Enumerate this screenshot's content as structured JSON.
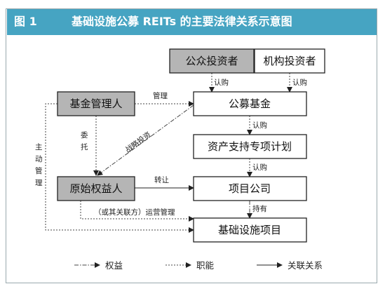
{
  "figure": {
    "number": "图 1",
    "title": "基础设施公募 REITs 的主要法律关系示意图"
  },
  "nodes": {
    "public_investor": "公众投资者",
    "inst_investor": "机构投资者",
    "fund_manager": "基金管理人",
    "public_fund": "公募基金",
    "abs_plan": "资产支持专项计划",
    "orig_owner": "原始权益人",
    "project_company": "项目公司",
    "infra_project": "基础设施项目"
  },
  "edges": {
    "subscribe1": "认购",
    "subscribe2": "认购",
    "manage": "管理",
    "subscribe3": "认购",
    "strategic_invest": "战略投资",
    "entrust_1": "委",
    "entrust_2": "托",
    "subscribe4": "认购",
    "transfer": "转让",
    "hold": "持有",
    "active_manage_1": "主",
    "active_manage_2": "动",
    "active_manage_3": "管",
    "active_manage_4": "理",
    "ops_manage": "（或其关联方）运营管理"
  },
  "legend": {
    "equity": "权益",
    "function": "职能",
    "related": "关联关系"
  },
  "colors": {
    "header_bg": "#46a4c2",
    "gray_box": "#b5b5b5"
  }
}
